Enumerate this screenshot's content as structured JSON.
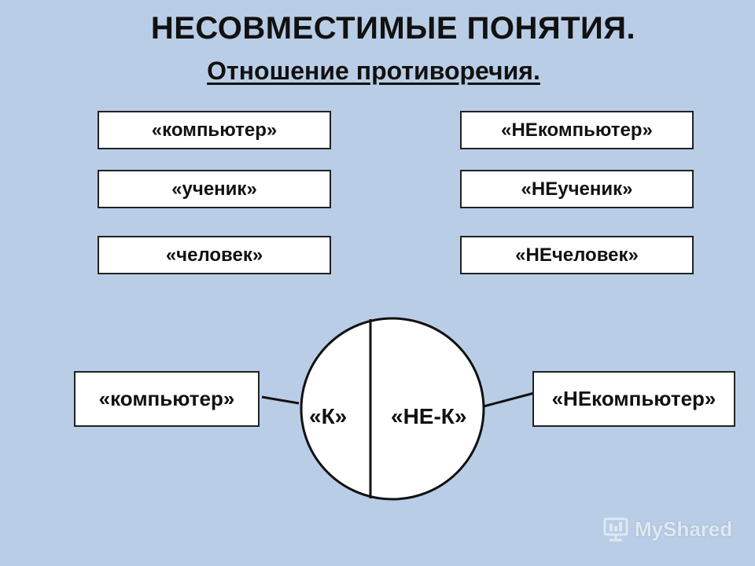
{
  "title": "НЕСОВМЕСТИМЫЕ ПОНЯТИЯ.",
  "subtitle": "Отношение противоречия.",
  "pairs": [
    {
      "left": "«компьютер»",
      "right": "«НЕкомпьютер»"
    },
    {
      "left": "«ученик»",
      "right": "«НЕученик»"
    },
    {
      "left": "«человек»",
      "right": "«НЕчеловек»"
    }
  ],
  "diagram": {
    "left_box": "«компьютер»",
    "right_box": "«НЕкомпьютер»",
    "left_segment": "«К»",
    "right_segment": "«НЕ-К»"
  },
  "watermark": {
    "text": "MyShared",
    "icon": "presentation-icon"
  }
}
